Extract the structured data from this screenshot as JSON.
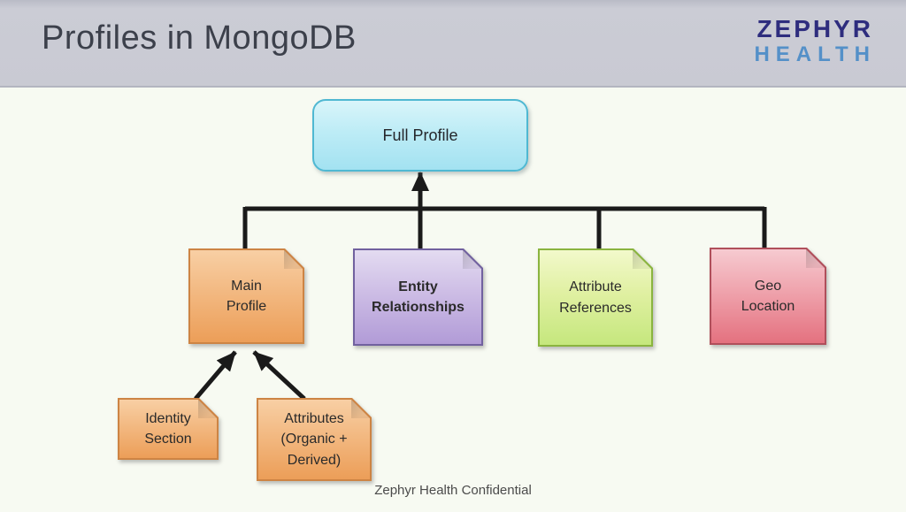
{
  "palette": {
    "header_bg": "#c9cad3",
    "title_color": "#3c404b",
    "logo_primary": "#2e2d7e",
    "logo_secondary": "#5490c8",
    "slide_bg": "#f7faf2",
    "connector": "#1a1a1a",
    "cyan_fill_top": "#d9f5fa",
    "cyan_fill_bottom": "#a3e2f1",
    "cyan_border": "#4fb8d2",
    "orange_fill_top": "#f8cfa4",
    "orange_fill_bottom": "#ec9e58",
    "orange_border": "#cd8444",
    "purple_fill_top": "#e3dbf1",
    "purple_fill_bottom": "#b19bd7",
    "purple_border": "#71619f",
    "green_fill_top": "#f2f9cb",
    "green_fill_bottom": "#c5e77d",
    "green_border": "#8ab43f",
    "pink_fill_top": "#f6cad0",
    "pink_fill_bottom": "#e4717f",
    "pink_border": "#b04f5b"
  },
  "header": {
    "title": "Profiles in MongoDB",
    "logo_line1": "ZEPHYR",
    "logo_line2": "HEALTH"
  },
  "diagram": {
    "root": {
      "label": "Full Profile",
      "color": "cyan"
    },
    "level2": [
      {
        "label": "Main Profile",
        "color": "orange"
      },
      {
        "label": "Entity Relationships",
        "color": "purple",
        "bold": true
      },
      {
        "label": "Attribute References",
        "color": "green"
      },
      {
        "label": "Geo Location",
        "color": "pink"
      }
    ],
    "level3": [
      {
        "label": "Identity Section",
        "color": "orange",
        "parent": "Main Profile"
      },
      {
        "label": "Attributes (Organic + Derived)",
        "color": "orange",
        "parent": "Main Profile"
      }
    ]
  },
  "footer": {
    "text": "Zephyr Health Confidential"
  }
}
